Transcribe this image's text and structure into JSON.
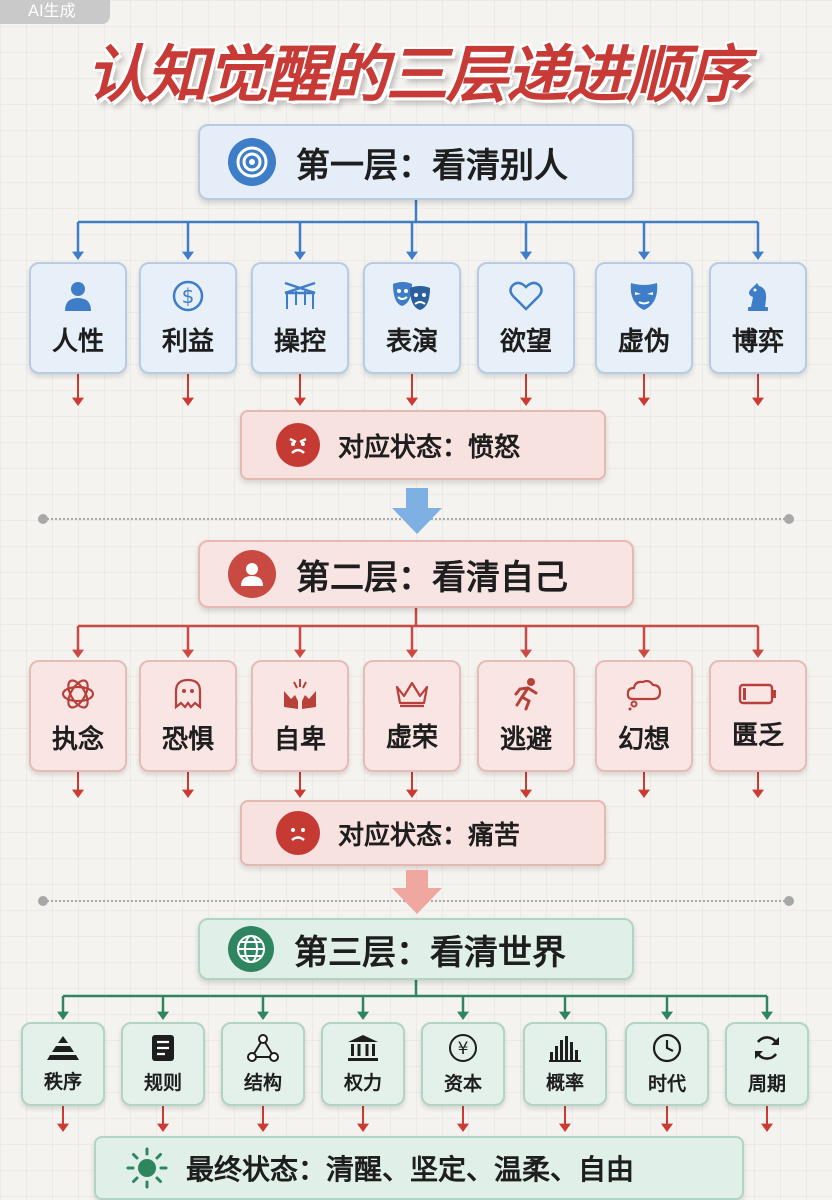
{
  "watermark": "AI生成",
  "title": "认知觉醒的三层递进顺序",
  "layer1": {
    "header": "第一层：看清别人",
    "icon": "target-icon",
    "items": [
      {
        "label": "人性",
        "icon": "person-icon"
      },
      {
        "label": "利益",
        "icon": "dollar-icon"
      },
      {
        "label": "操控",
        "icon": "puppet-strings-icon"
      },
      {
        "label": "表演",
        "icon": "theater-masks-icon"
      },
      {
        "label": "欲望",
        "icon": "heart-icon"
      },
      {
        "label": "虚伪",
        "icon": "mask-icon"
      },
      {
        "label": "博弈",
        "icon": "chess-knight-icon"
      }
    ],
    "state": "对应状态：愤怒",
    "state_icon": "angry-face-icon",
    "color": "#3e7dc7"
  },
  "layer2": {
    "header": "第二层：看清自己",
    "icon": "user-icon",
    "items": [
      {
        "label": "执念",
        "icon": "knot-icon"
      },
      {
        "label": "恐惧",
        "icon": "ghost-icon"
      },
      {
        "label": "自卑",
        "icon": "hands-icon"
      },
      {
        "label": "虚荣",
        "icon": "crown-icon"
      },
      {
        "label": "逃避",
        "icon": "running-icon"
      },
      {
        "label": "幻想",
        "icon": "thought-cloud-icon"
      },
      {
        "label": "匮乏",
        "icon": "empty-battery-icon"
      }
    ],
    "state": "对应状态：痛苦",
    "state_icon": "sad-face-icon",
    "color": "#c94a43"
  },
  "layer3": {
    "header": "第三层：看清世界",
    "icon": "globe-icon",
    "items": [
      {
        "label": "秩序",
        "icon": "pyramid-icon"
      },
      {
        "label": "规则",
        "icon": "document-icon"
      },
      {
        "label": "结构",
        "icon": "network-icon"
      },
      {
        "label": "权力",
        "icon": "bank-icon"
      },
      {
        "label": "资本",
        "icon": "yen-icon"
      },
      {
        "label": "概率",
        "icon": "histogram-icon"
      },
      {
        "label": "时代",
        "icon": "clock-icon"
      },
      {
        "label": "周期",
        "icon": "cycle-icon"
      }
    ],
    "state": "最终状态：清醒、坚定、温柔、自由",
    "state_icon": "sun-icon",
    "color": "#2f8560"
  }
}
